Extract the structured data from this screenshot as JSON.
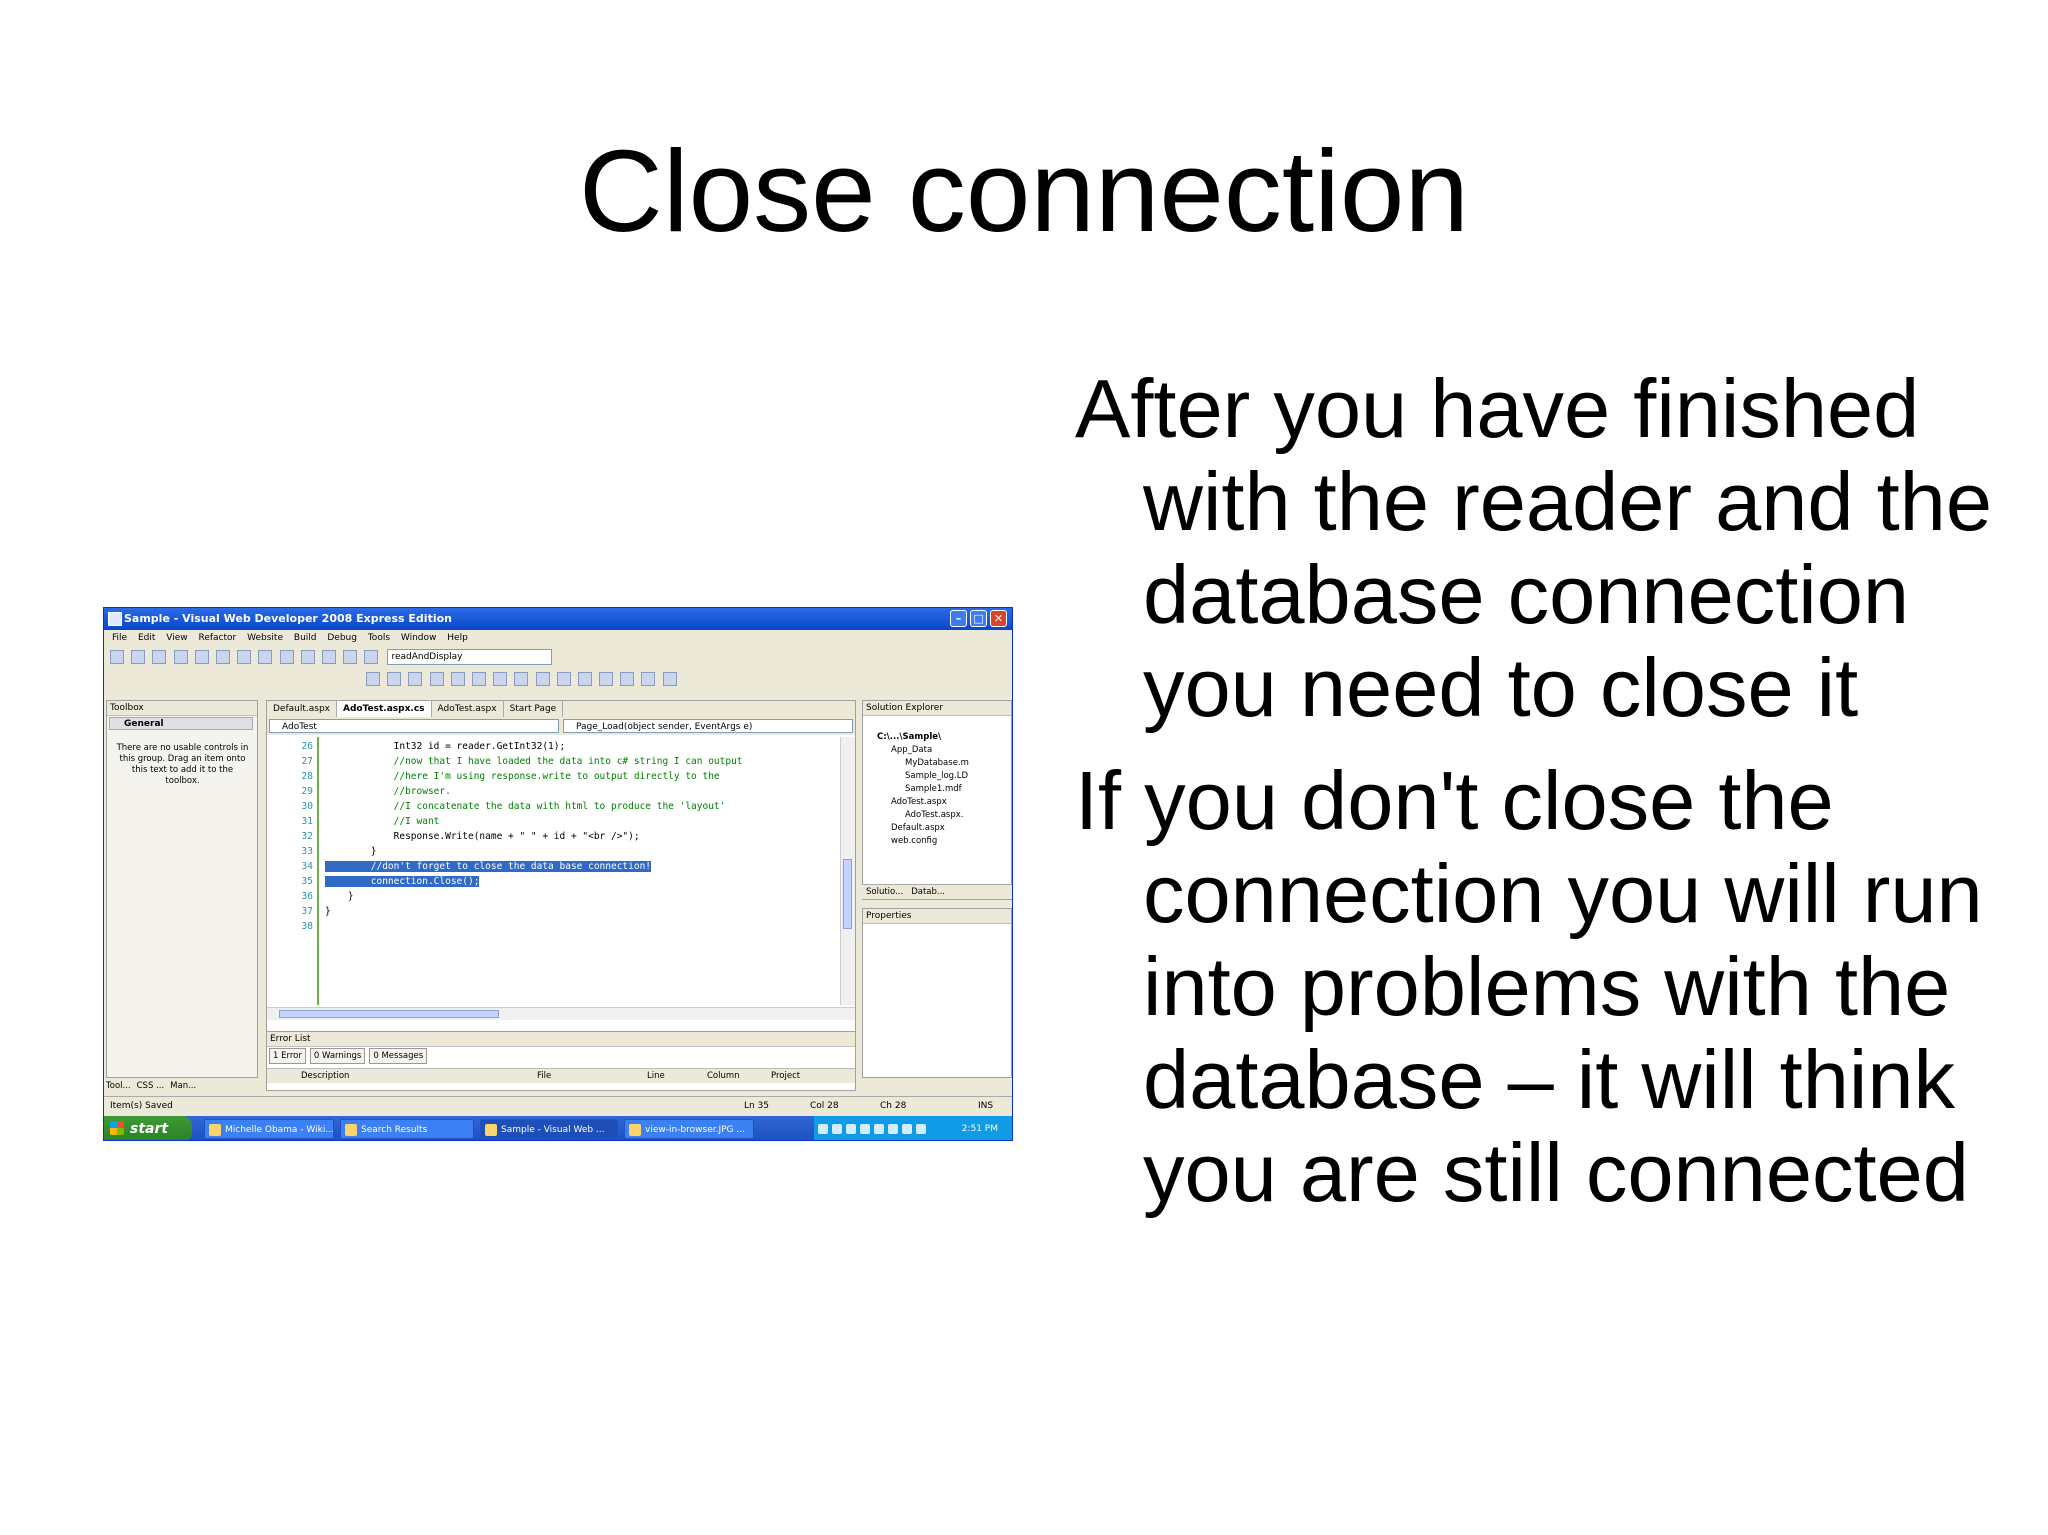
{
  "slide": {
    "title": "Close connection",
    "bullets": [
      "After you have finished with the reader and the database connection  you need to close it",
      "If you don't close the connection you will run into problems with the database – it will think you are still connected"
    ]
  },
  "ide": {
    "window_title": "Sample - Visual Web Developer 2008 Express Edition",
    "menu": [
      "File",
      "Edit",
      "View",
      "Refactor",
      "Website",
      "Build",
      "Debug",
      "Tools",
      "Window",
      "Help"
    ],
    "toolbar_combo": "readAndDisplay",
    "toolbox": {
      "header": "Toolbox",
      "group": "General",
      "message": "There are no usable controls in this group. Drag an item onto this text to add it to the toolbox."
    },
    "tabs": [
      "Default.aspx",
      "AdoTest.aspx.cs",
      "AdoTest.aspx",
      "Start Page"
    ],
    "class_combo": "AdoTest",
    "method_combo": "Page_Load(object sender, EventArgs e)",
    "code_lines": [
      {
        "ln": "26",
        "text": "            Int32 id = reader.GetInt32(1);",
        "kind": "code"
      },
      {
        "ln": "27",
        "text": "            //now that I have loaded the data into c# string I can output",
        "kind": "comment"
      },
      {
        "ln": "28",
        "text": "            //here I'm using response.write to output directly to the",
        "kind": "comment"
      },
      {
        "ln": "29",
        "text": "            //browser.",
        "kind": "comment"
      },
      {
        "ln": "30",
        "text": "            //I concatenate the data with html to produce the 'layout'",
        "kind": "comment"
      },
      {
        "ln": "31",
        "text": "            //I want",
        "kind": "comment"
      },
      {
        "ln": "32",
        "text": "            Response.Write(name + \" \" + id + \"<br />\");",
        "kind": "code"
      },
      {
        "ln": "33",
        "text": "        }",
        "kind": "code"
      },
      {
        "ln": "34",
        "text": "        //don't forget to close the data base connection!",
        "kind": "selected"
      },
      {
        "ln": "35",
        "text": "        connection.Close();",
        "kind": "selected"
      },
      {
        "ln": "36",
        "text": "    }",
        "kind": "code"
      },
      {
        "ln": "37",
        "text": "}",
        "kind": "code"
      },
      {
        "ln": "38",
        "text": "",
        "kind": "code"
      }
    ],
    "error_list": {
      "header": "Error List",
      "errors": "1 Error",
      "warnings": "0 Warnings",
      "messages": "0 Messages",
      "columns": [
        "Description",
        "File",
        "Line",
        "Column",
        "Project"
      ]
    },
    "solution_explorer": {
      "header": "Solution Explorer",
      "tree": [
        "C:\\...\\Sample\\",
        "App_Data",
        "MyDatabase.m",
        "Sample_log.LD",
        "Sample1.mdf",
        "AdoTest.aspx",
        "AdoTest.aspx.",
        "Default.aspx",
        "web.config"
      ],
      "tabs": [
        "Solutio...",
        "Datab..."
      ]
    },
    "properties": {
      "header": "Properties"
    },
    "bottom_tabs": [
      "Tool...",
      "CSS ...",
      "Man..."
    ],
    "status": {
      "left": "Item(s) Saved",
      "ln": "Ln 35",
      "col": "Col 28",
      "ch": "Ch 28",
      "mode": "INS"
    },
    "taskbar": {
      "start": "start",
      "items": [
        "Michelle Obama - Wiki...",
        "Search Results",
        "Sample - Visual Web ...",
        "view-in-browser.JPG ..."
      ],
      "clock": "2:51 PM"
    }
  }
}
